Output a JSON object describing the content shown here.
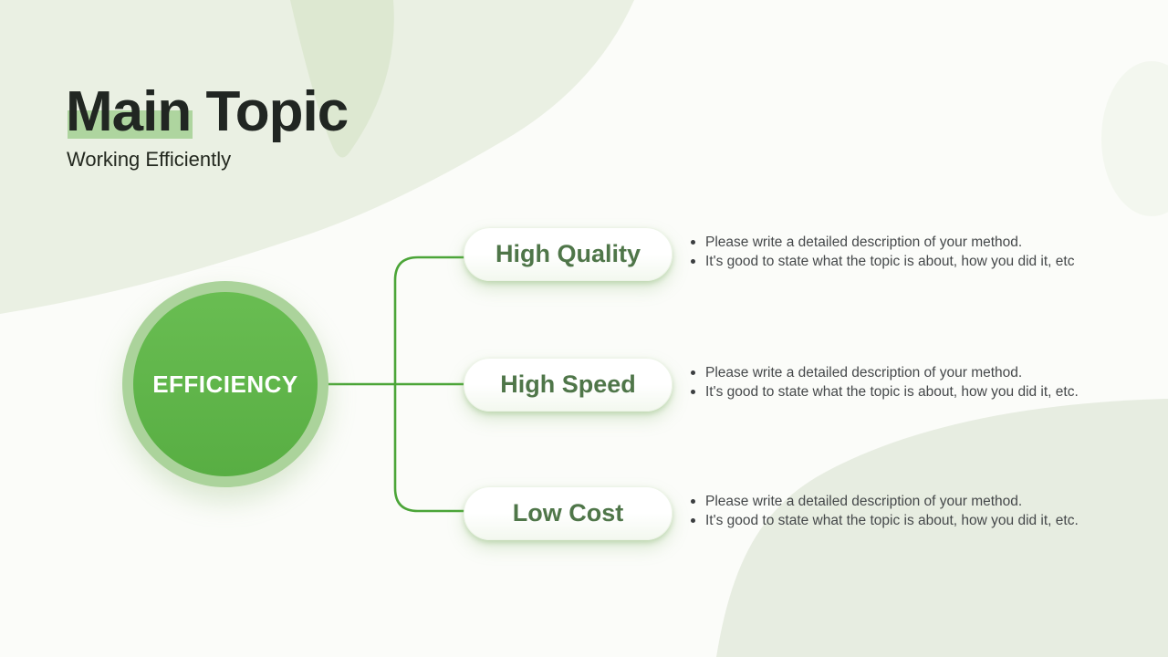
{
  "slide": {
    "title": "Main Topic",
    "subtitle": "Working Efficiently",
    "center_label": "EFFICIENCY",
    "branches": [
      {
        "label": "High Quality",
        "bullets": [
          "Please write a detailed description of your method.",
          "It's good to state what the topic is about, how you did it, etc"
        ]
      },
      {
        "label": "High Speed",
        "bullets": [
          "Please write a detailed description of your method.",
          "It's good to state what the topic is about, how you did it, etc."
        ]
      },
      {
        "label": "Low Cost",
        "bullets": [
          "Please write a detailed description of your method.",
          "It's good to state what the topic is about, how you did it, etc."
        ]
      }
    ],
    "colors": {
      "circle_fill": "#5fb44a",
      "circle_ring": "#abd39b",
      "connector": "#4ba538",
      "title_highlight": "#aed59f",
      "pill_text": "#4f7649",
      "title_text": "#212622",
      "body_text": "#45484a",
      "background": "#fbfcf9",
      "blob_light": "#eaf0e3",
      "blob_dark": "#dde8d1"
    }
  }
}
